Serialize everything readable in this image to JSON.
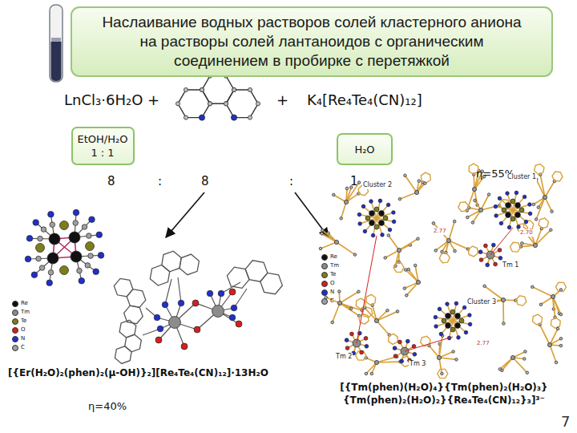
{
  "diagram": {
    "title": "Наслаивание водных растворов солей кластерного аниона на растворы солей лантаноидов с органическим соединением в пробирке с перетяжкой",
    "nodes": [
      {
        "text": [
          "EtOH/H₂O",
          "1 : 1"
        ]
      },
      {
        "text": [
          "H₂O"
        ]
      }
    ],
    "labels": [
      "LnCl₃·6H₂O +",
      "+",
      "K₄[Re₄Te₄(CN)₁₂]",
      "8",
      ":",
      "8",
      ":",
      "1",
      "η=55%",
      "[{Er(H₂O)₂(phen)₂(μ-OH)}₂][Re₄Te₄(CN)₁₂]·13H₂O",
      "η=40%",
      "[{Tm(phen)(H₂O)₄}{Tm(phen)₂(H₂O)₃} {Tm(phen)₂(H₂O)₂}{Re₄Te₄(CN)₁₂}₃]³⁻",
      "Cluster 2",
      "Cluster 1",
      "Cluster 3",
      "Tm 1",
      "Tm 2",
      "Tm 3",
      "2.77",
      "2.70",
      "2.77",
      "7"
    ],
    "legend": [
      {
        "text": "Re",
        "color": "#111111"
      },
      {
        "text": "Tm",
        "color": "#8c8c8c"
      },
      {
        "text": "Te",
        "color": "#7d7d1e"
      },
      {
        "text": "O",
        "color": "#d42020"
      },
      {
        "text": "N",
        "color": "#2030c8"
      },
      {
        "text": "C",
        "color": "#a0a0a0"
      },
      {
        "text": "Re",
        "color": "#111111"
      },
      {
        "text": "Tm",
        "color": "#8c8c8c"
      },
      {
        "text": "Te",
        "color": "#7d7d1e"
      },
      {
        "text": "O",
        "color": "#d42020"
      },
      {
        "text": "N",
        "color": "#2030c8"
      },
      {
        "text": "C",
        "color": "#a0a0a0"
      }
    ]
  }
}
